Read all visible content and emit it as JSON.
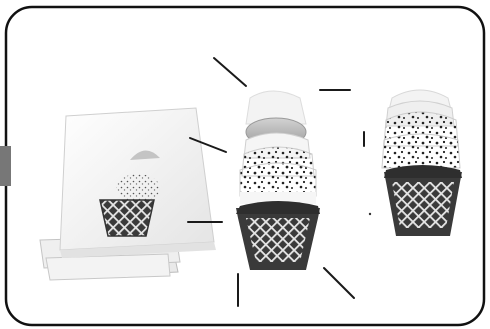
{
  "colors": {
    "frame": "#111111",
    "page_tab": "#777777",
    "paper": "#f4f4f4",
    "paper_shadow": "#c8c8c8",
    "basket_dark": "#3a3a3a",
    "basket_lattice": "#e6e6e6",
    "scoop_grey": "#bdbdbd",
    "scoop_light": "#f2f2f2",
    "sprinkle_dots": "#222222",
    "callout_line": "#1a1a1a"
  },
  "icons": {
    "stack_of_sheets": "paper-stack-illustration",
    "assembled_cone": "ice-cream-cone-layers-illustration",
    "finished_cone": "finished-cone-illustration"
  }
}
